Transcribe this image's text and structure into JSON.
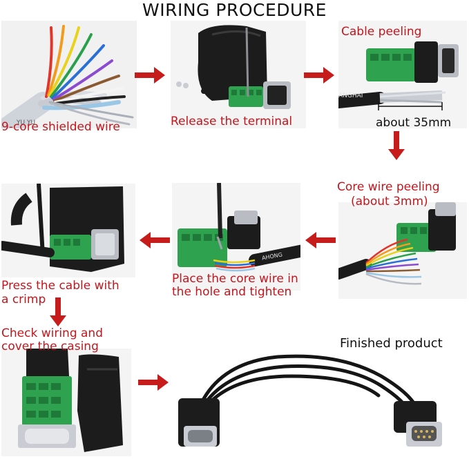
{
  "title": "WIRING PROCEDURE",
  "steps": {
    "s1": "9-core shielded wire",
    "s2": "Release the terminal",
    "s3": "Cable peeling",
    "s3_note": "about 35mm",
    "s4_line1": "Core wire peeling",
    "s4_line2": "(about 3mm)",
    "s5_line1": "Place the core wire in",
    "s5_line2": "the hole and tighten",
    "s6_line1": "Press the cable with",
    "s6_line2": "a crimp",
    "s7_line1": "Check wiring and",
    "s7_line2": "cover the casing",
    "s8": "Finished product"
  },
  "cable_print": {
    "p3": "ANGHAI",
    "p5": "AHONG"
  },
  "colors": {
    "caption_red": "#c4161c",
    "arrow_red": "#c71c1c",
    "terminal_green": "#2ea24f",
    "connector_black": "#1c1c1c",
    "metal_silver": "#b9bcc2"
  }
}
